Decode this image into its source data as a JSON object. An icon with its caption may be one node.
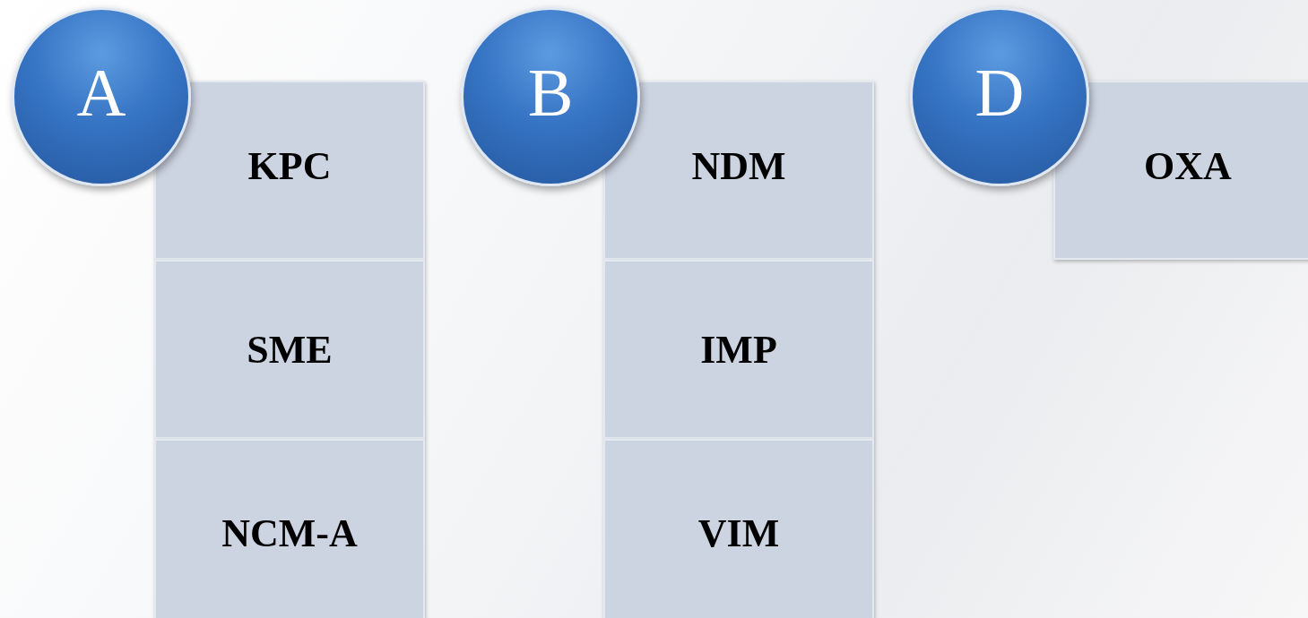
{
  "diagram": {
    "nodes": [
      {
        "text": [
          "A"
        ]
      },
      {
        "text": [
          "KPC"
        ]
      },
      {
        "text": [
          "SME"
        ]
      },
      {
        "text": [
          "NCM-A"
        ]
      },
      {
        "text": [
          "B"
        ]
      },
      {
        "text": [
          "NDM"
        ]
      },
      {
        "text": [
          "IMP"
        ]
      },
      {
        "text": [
          "VIM"
        ]
      },
      {
        "text": [
          "D"
        ]
      },
      {
        "text": [
          "OXA"
        ]
      }
    ]
  }
}
